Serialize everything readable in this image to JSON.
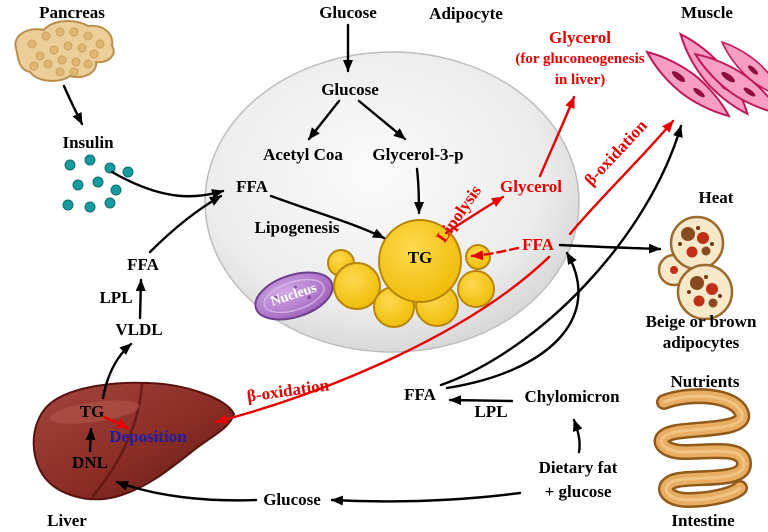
{
  "pancreas": {
    "label": "Pancreas",
    "insulin": "Insulin"
  },
  "adipocyte": {
    "label": "Adipocyte",
    "glucose_entering": "Glucose",
    "glucose": "Glucose",
    "acetyl_coa": "Acetyl Coa",
    "glycerol_3p": "Glycerol-3-p",
    "ffa": "FFA",
    "lipogenesis": "Lipogenesis",
    "tg": "TG",
    "nucleus": "Nucleus",
    "lipolysis": "Lipolysis",
    "glycerol": "Glycerol",
    "ffa_released": "FFA"
  },
  "glycerol_note": {
    "line1": "Glycerol",
    "line2": "(for gluconeogenesis",
    "line3": "in liver)"
  },
  "muscle": {
    "label": "Muscle",
    "beta_oxidation": "β-oxidation"
  },
  "thermogenic": {
    "heat": "Heat",
    "name_line1": "Beige or brown",
    "name_line2": "adipocytes"
  },
  "intestine": {
    "label": "Intestine",
    "nutrients": "Nutrients"
  },
  "liver": {
    "label": "Liver",
    "tg": "TG",
    "deposition": "Deposition",
    "dnl": "DNL",
    "beta_oxidation": "β-oxidation"
  },
  "lipoprotein": {
    "ffa": "FFA",
    "lpl": "LPL",
    "vldl": "VLDL"
  },
  "dietary": {
    "ffa": "FFA",
    "lpl": "LPL",
    "chylomicron": "Chylomicron",
    "fat_line1": "Dietary fat",
    "fat_line2": "+ glucose",
    "glucose": "Glucose"
  },
  "colors": {
    "arrow_black": "#000000",
    "arrow_red": "#e60000",
    "deposition_blue": "#1d1da8",
    "adipocyte_gray": "#e9e9e9",
    "tg_yellow": "#f2c200",
    "nucleus_purple": "#a86cc4",
    "pancreas_tan": "#ecce98",
    "insulin_teal": "#179a9d",
    "muscle_pink": "#f79ec2",
    "liver_red": "#8b2d26",
    "intestine_orange": "#e9ad62",
    "beige_cream": "#f6e8c8"
  }
}
